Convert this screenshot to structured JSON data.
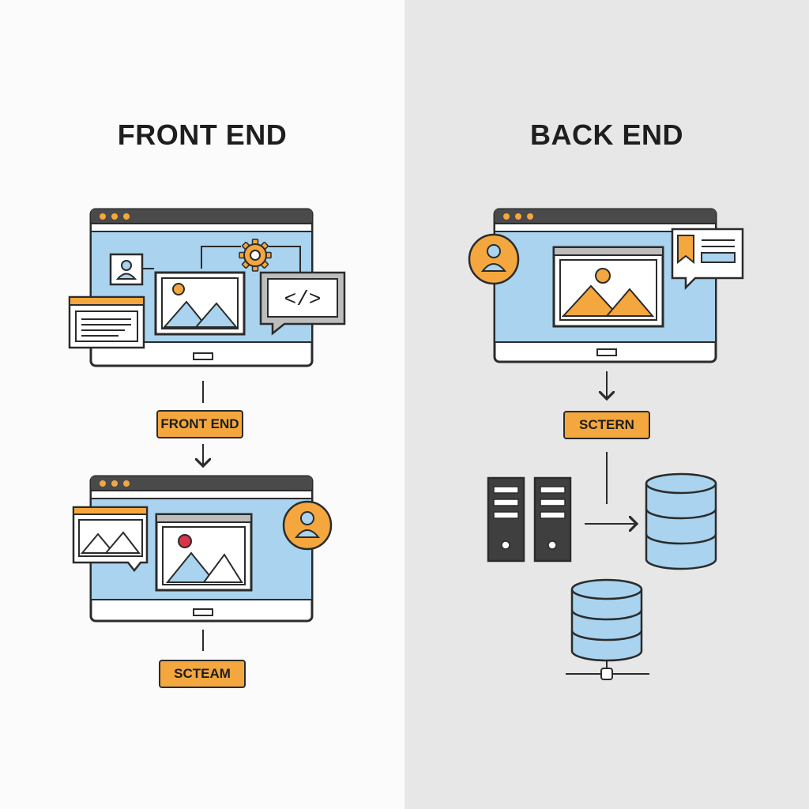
{
  "front_end": {
    "title": "FRONT END",
    "tags": [
      "FRONT END",
      "SCTEAM"
    ],
    "code_glyph": "</>"
  },
  "back_end": {
    "title": "BACK END",
    "tags": [
      "SCTERN"
    ]
  },
  "colors": {
    "accent_orange": "#f4a73e",
    "screen_blue": "#a9d3ee",
    "outline": "#2b2b2b",
    "titlebar": "#4a4a4a",
    "server_gray": "#3f3f3f",
    "image_red": "#d8344a"
  }
}
